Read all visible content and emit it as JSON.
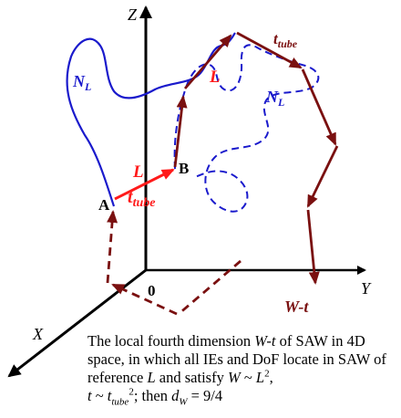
{
  "axes": {
    "z": "Z",
    "y": "Y",
    "x": "X",
    "origin": "0"
  },
  "labels": {
    "nl_left": "N",
    "nl_left_sub": "L",
    "nl_right": "N",
    "nl_right_sub": "L",
    "l_red_mid": "L",
    "l_red_top": "L",
    "t_tube_red": "t",
    "t_tube_red_sub": "tube",
    "t_tube_top": "t",
    "t_tube_top_sub": "tube",
    "point_a": "A",
    "point_b": "B",
    "w_t": "W-t"
  },
  "caption": {
    "p1": "The local fourth dimension ",
    "wt": "W-t",
    "p2": " of SAW in 4D space, in which all IEs and DoF locate in SAW of reference ",
    "L1": "L",
    "p3": " and satisfy ",
    "W": "W",
    "p4": " ~ ",
    "L2": "L",
    "exp2": "2",
    "p5": ",",
    "t1": "t",
    "p6": " ~ ",
    "t2": "t",
    "tube": "tube",
    "exp2b": "2",
    "p7": "; then ",
    "d": "d",
    "dsub": "W",
    "p8": " = 9/4"
  },
  "colors": {
    "axis": "#000000",
    "chain": "#1a1acc",
    "red": "#ff1a1a",
    "maroon": "#7a1010"
  }
}
